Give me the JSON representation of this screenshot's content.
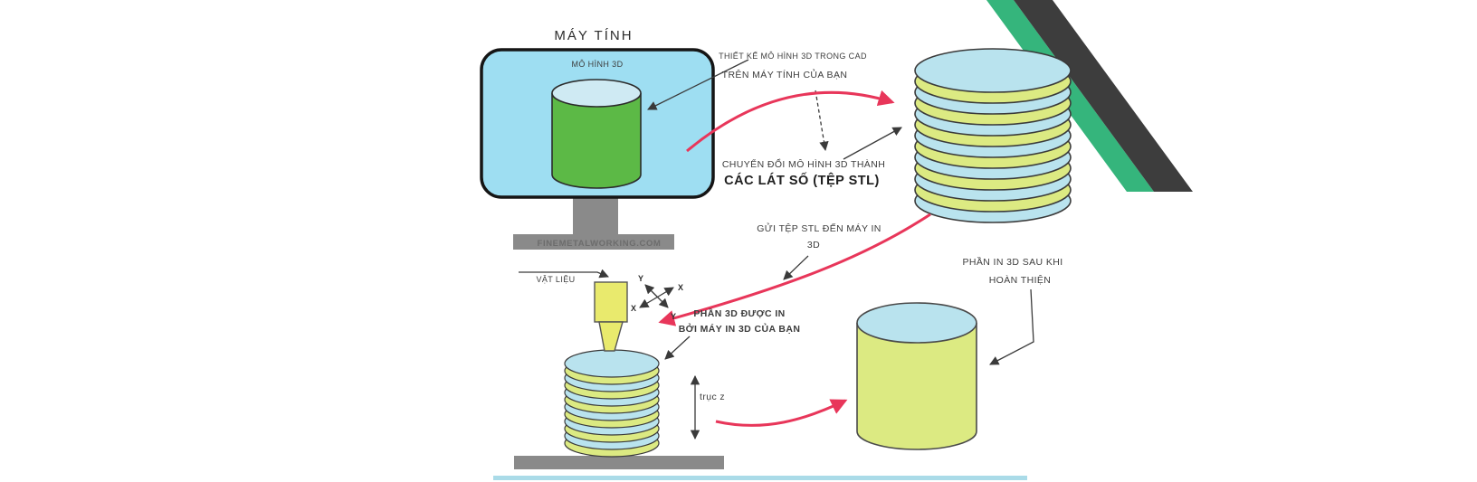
{
  "title": "MÁY TÍNH",
  "monitor": {
    "screen_label": "MÔ HÌNH 3D",
    "base_text": "FINEMETALWORKING.COM"
  },
  "annotations": {
    "design_cad": {
      "line1": "THIẾT KẾ MÔ HÌNH 3D TRONG CAD",
      "line2": "TRÊN MÁY TÍNH CỦA BẠN"
    },
    "convert": {
      "line1": "CHUYỂN ĐỔI MÔ HÌNH 3D THÀNH",
      "line2": "CÁC LÁT SỐ (TỆP STL)"
    },
    "send_stl": {
      "line1": "GỬI TỆP STL ĐẾN MÁY IN",
      "line2": "3D"
    },
    "material": "VẬT LIỆU",
    "printed_part": {
      "line1": "PHẦN 3D ĐƯỢC IN",
      "line2": "BỞI MÁY IN 3D CỦA BẠN"
    },
    "finished_part": {
      "line1": "PHẦN IN 3D SAU KHI",
      "line2": "HOÀN THIỆN"
    },
    "z_axis": "trục z",
    "axis_x": "X",
    "axis_y": "Y"
  },
  "colors": {
    "screen_blue": "#9edef2",
    "model_green": "#5cb946",
    "cyl_top_blue": "#cfeaf3",
    "layer_yellow": "#dcea82",
    "layer_blue": "#b9e3ee",
    "finished_yellow": "#dcea82",
    "gray": "#8a8a8a",
    "arrow_red": "#e8365a",
    "ribbon_green": "#35b57c",
    "ribbon_dark": "#3d3d3d",
    "bottom_line_blue": "#aadbe8"
  }
}
